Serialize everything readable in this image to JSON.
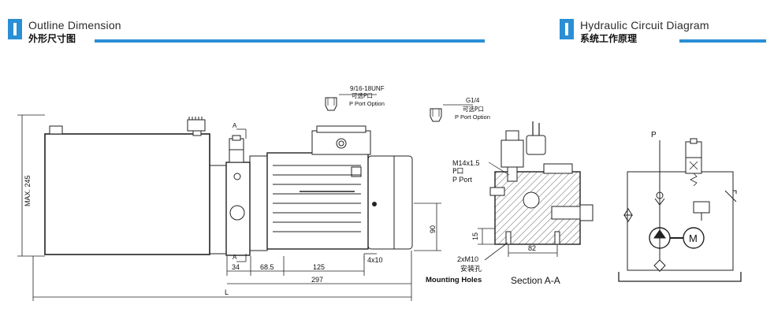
{
  "sections": {
    "left": {
      "title_en": "Outline Dimension",
      "title_zh": "外形尺寸图"
    },
    "right": {
      "title_en": "Hydraulic Circuit Diagram",
      "title_zh": "系统工作原理"
    }
  },
  "colors": {
    "accent": "#2a8fd4",
    "line": "#222222"
  },
  "drawing": {
    "dims": {
      "max_height": "MAX. 245",
      "d34": "34",
      "d68": "68.5",
      "d125": "125",
      "d4x10": "4x10",
      "d297": "297",
      "dL": "L",
      "d90": "90",
      "d15": "15",
      "d82": "82",
      "a_top": "A",
      "a_bottom": "A"
    },
    "port_option_1": {
      "thread": "9/16-18UNF",
      "zh": "可选P口",
      "en": "P Port Option"
    },
    "port_option_2": {
      "thread": "G1/4",
      "zh": "可选P口",
      "en": "P Port Option"
    },
    "m14": "M14x1.5",
    "p_port_zh": "P口",
    "p_port_en": "P Port",
    "m10": "2xM10",
    "mount_zh": "安装孔",
    "mount_en": "Mounting Holes",
    "section": "Section A-A"
  },
  "circuit": {
    "p_label": "P",
    "motor_label": "M"
  }
}
